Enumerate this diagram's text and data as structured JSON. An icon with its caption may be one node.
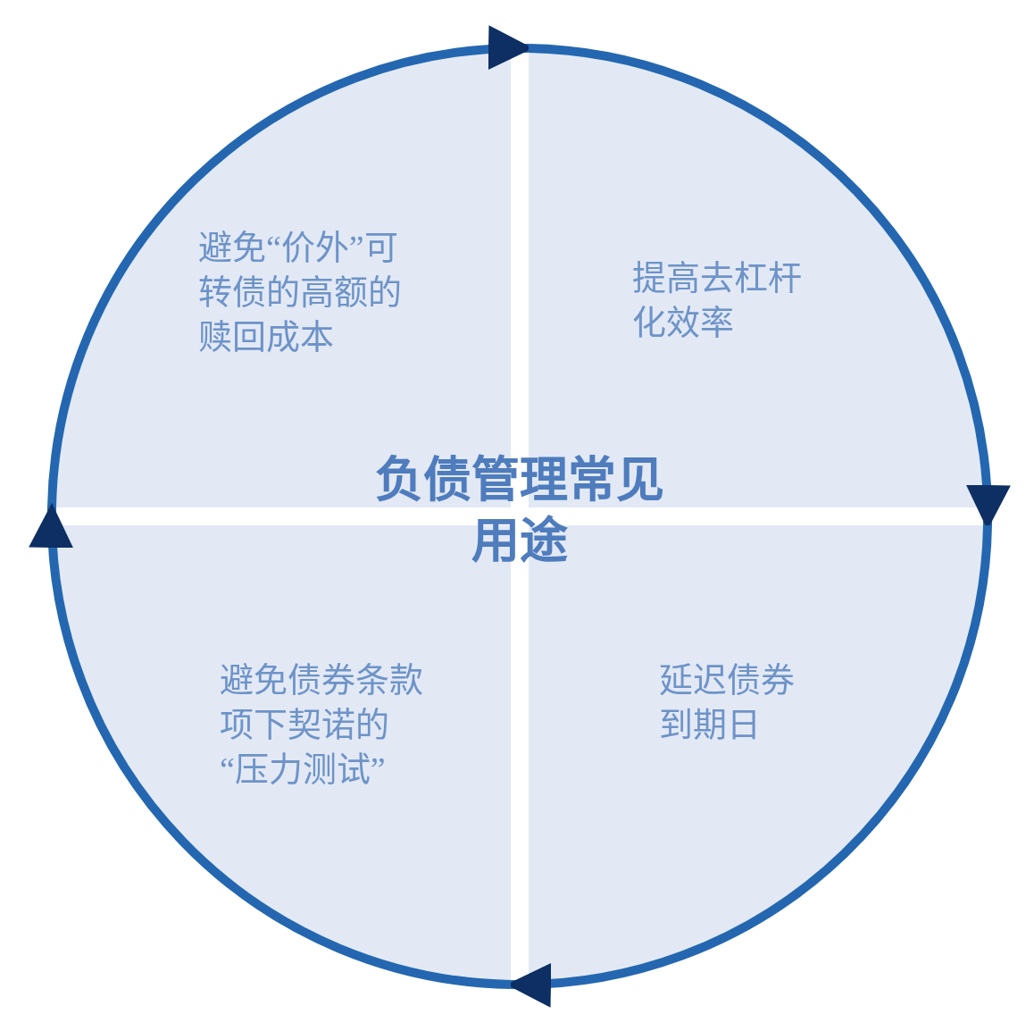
{
  "diagram": {
    "nodes": [
      {
        "text": [
          "避免“价外”可转债的高额的赎回成本"
        ]
      },
      {
        "text": [
          "提高去杠杆化效率"
        ]
      },
      {
        "text": [
          "负债管理常见用途"
        ]
      },
      {
        "text": [
          "避免债券条款项下契诺的“压力测试”"
        ]
      },
      {
        "text": [
          "延迟债券到期日"
        ]
      }
    ],
    "edges": [
      {
        "from": 0,
        "to": 1,
        "arrow": "to"
      },
      {
        "from": 1,
        "to": 4,
        "arrow": "to"
      },
      {
        "from": 4,
        "to": 3,
        "arrow": "to"
      },
      {
        "from": 3,
        "to": 0,
        "arrow": "to"
      }
    ]
  }
}
